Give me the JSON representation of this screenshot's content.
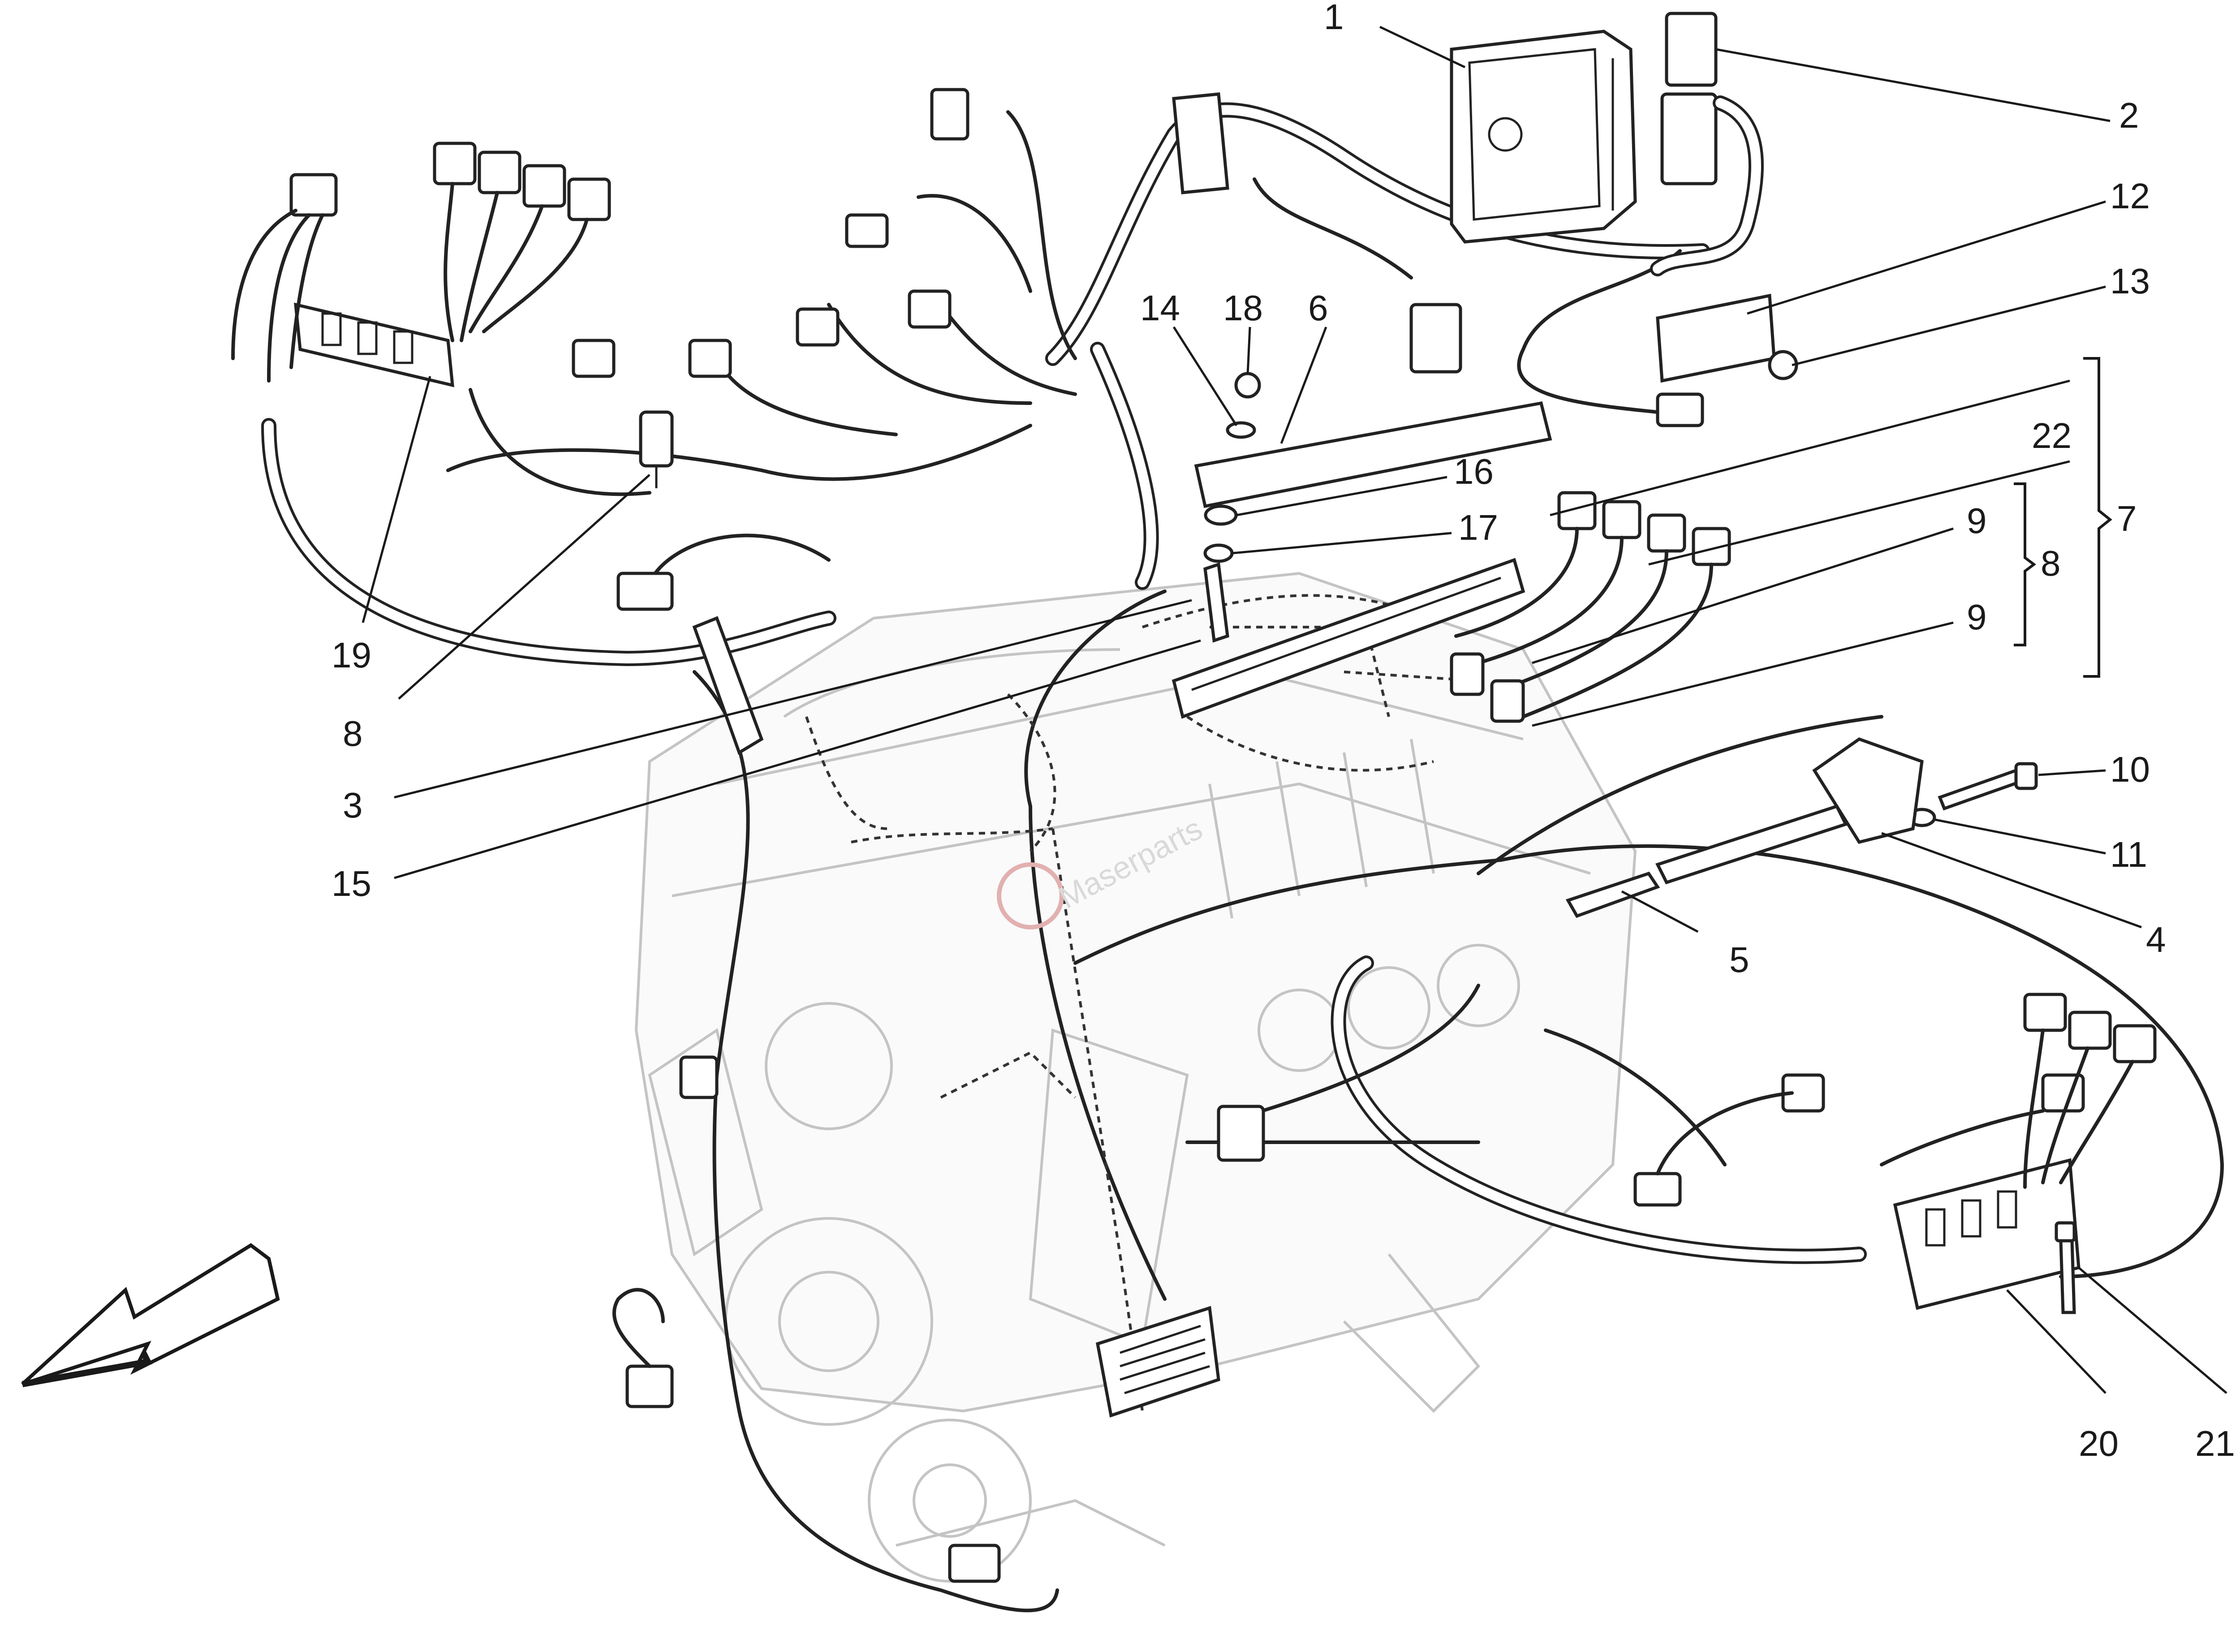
{
  "diagram": {
    "watermark": "Maserparts",
    "callouts": [
      {
        "id": "c1",
        "label": "1"
      },
      {
        "id": "c2",
        "label": "2"
      },
      {
        "id": "c12",
        "label": "12"
      },
      {
        "id": "c13",
        "label": "13"
      },
      {
        "id": "c14",
        "label": "14"
      },
      {
        "id": "c18",
        "label": "18"
      },
      {
        "id": "c6",
        "label": "6"
      },
      {
        "id": "c16",
        "label": "16"
      },
      {
        "id": "c17",
        "label": "17"
      },
      {
        "id": "c22",
        "label": "22"
      },
      {
        "id": "c9a",
        "label": "9"
      },
      {
        "id": "c9b",
        "label": "9"
      },
      {
        "id": "c8r",
        "label": "8"
      },
      {
        "id": "c7",
        "label": "7"
      },
      {
        "id": "c10",
        "label": "10"
      },
      {
        "id": "c11",
        "label": "11"
      },
      {
        "id": "c4",
        "label": "4"
      },
      {
        "id": "c5",
        "label": "5"
      },
      {
        "id": "c19",
        "label": "19"
      },
      {
        "id": "c8l",
        "label": "8"
      },
      {
        "id": "c3",
        "label": "3"
      },
      {
        "id": "c15",
        "label": "15"
      },
      {
        "id": "c20",
        "label": "20"
      },
      {
        "id": "c21",
        "label": "21"
      }
    ]
  }
}
